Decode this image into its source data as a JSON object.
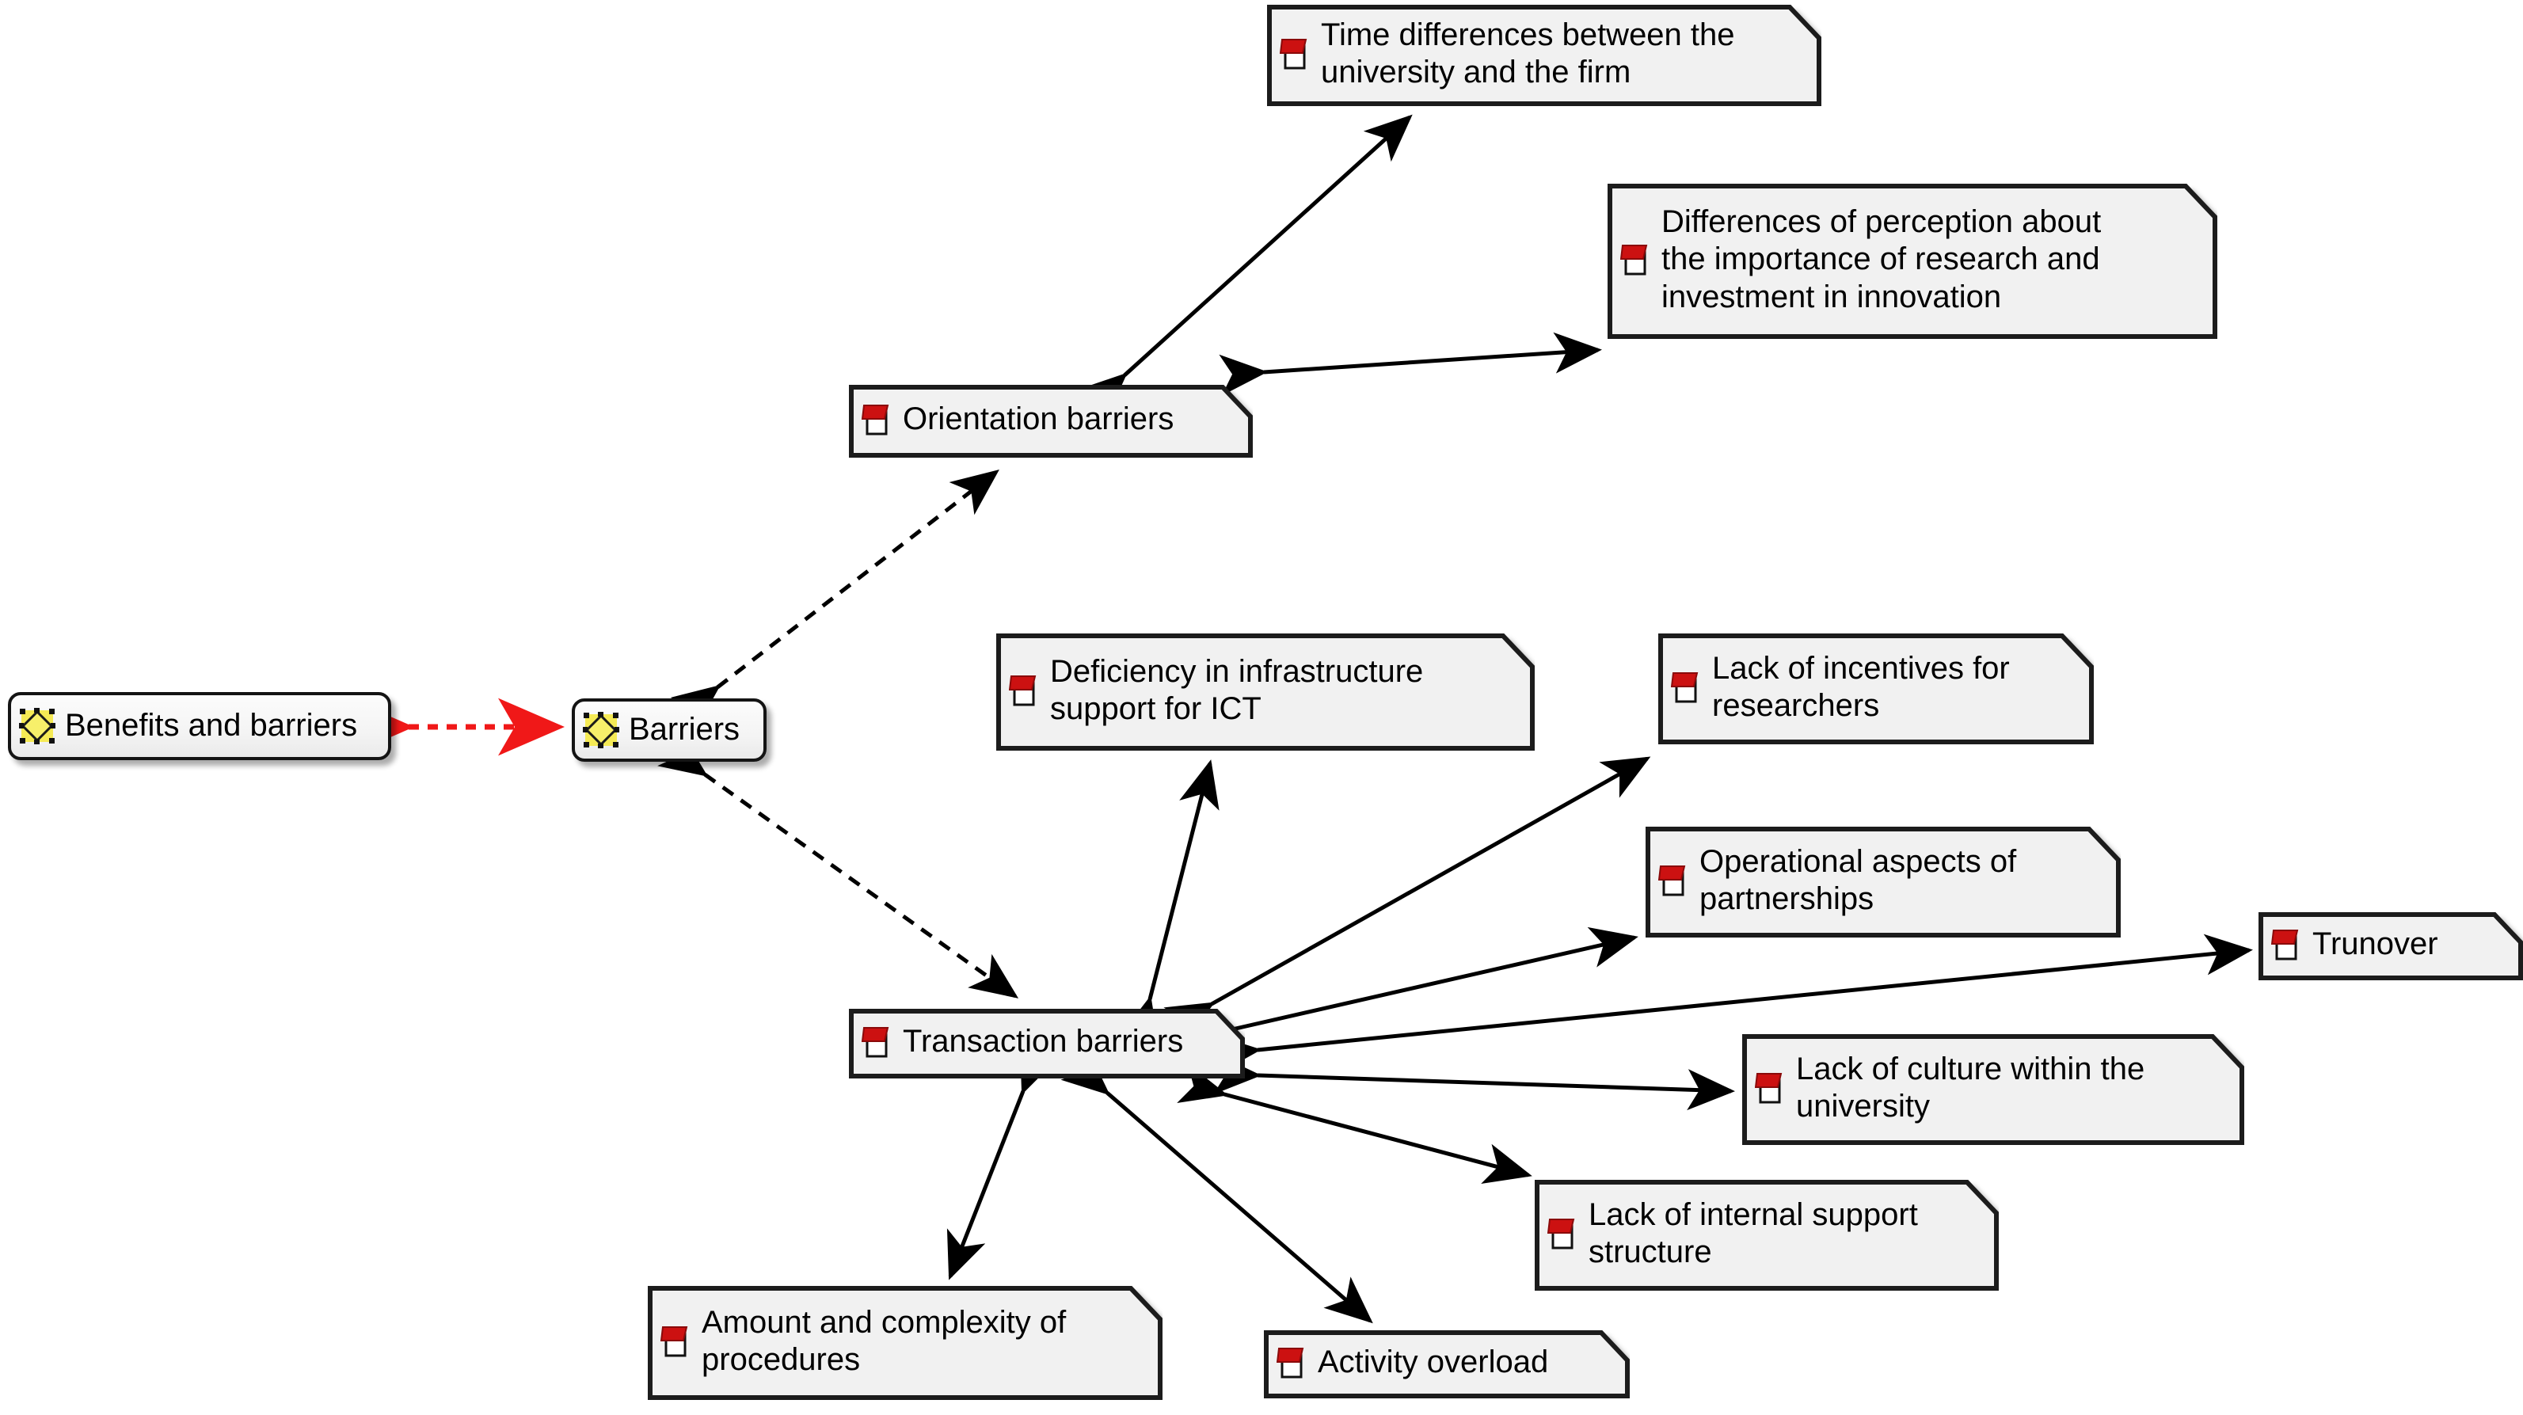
{
  "diagram": {
    "type": "concept-map",
    "title": "Benefits and barriers concept map",
    "background_color": "#ffffff",
    "node_fill": "#f2f2f2",
    "node_border": "#1b1b1b",
    "concept_icon_color": "#f2e23c",
    "document_icon_color": "#cc1111",
    "link_color": "#000000",
    "highlight_link_color": "#f01818"
  },
  "nodes": {
    "benefits": {
      "label": "Benefits and barriers",
      "icon": "yellow-diamond-icon",
      "shape": "rounded-concept"
    },
    "barriers": {
      "label": "Barriers",
      "icon": "yellow-diamond-icon",
      "shape": "rounded-concept"
    },
    "orientation": {
      "label": "Orientation barriers",
      "icon": "red-note-icon",
      "shape": "document"
    },
    "time": {
      "label": "Time differences between the\nuniversity and the firm",
      "icon": "red-note-icon",
      "shape": "document"
    },
    "perception": {
      "label": "Differences of perception about\nthe importance of research and\ninvestment in innovation",
      "icon": "red-note-icon",
      "shape": "document"
    },
    "transaction": {
      "label": "Transaction barriers",
      "icon": "red-note-icon",
      "shape": "document"
    },
    "deficiency": {
      "label": "Deficiency in infrastructure\nsupport for ICT",
      "icon": "red-note-icon",
      "shape": "document"
    },
    "incentives": {
      "label": "Lack of incentives for\nresearchers",
      "icon": "red-note-icon",
      "shape": "document"
    },
    "operational": {
      "label": "Operational aspects of\npartnerships",
      "icon": "red-note-icon",
      "shape": "document"
    },
    "trunover": {
      "label": "Trunover",
      "icon": "red-note-icon",
      "shape": "document"
    },
    "culture": {
      "label": "Lack of culture within the\nuniversity",
      "icon": "red-note-icon",
      "shape": "document"
    },
    "internal": {
      "label": "Lack of internal support\nstructure",
      "icon": "red-note-icon",
      "shape": "document"
    },
    "amount": {
      "label": "Amount and complexity of\nprocedures",
      "icon": "red-note-icon",
      "shape": "document"
    },
    "activity": {
      "label": "Activity overload",
      "icon": "red-note-icon",
      "shape": "document"
    }
  },
  "edges": [
    {
      "from": "benefits",
      "to": "barriers",
      "style": "dashed",
      "color": "#f01818",
      "arrows": "both"
    },
    {
      "from": "barriers",
      "to": "orientation",
      "style": "dashed",
      "color": "#000000",
      "arrows": "both"
    },
    {
      "from": "barriers",
      "to": "transaction",
      "style": "dashed",
      "color": "#000000",
      "arrows": "both"
    },
    {
      "from": "orientation",
      "to": "time",
      "style": "solid",
      "color": "#000000",
      "arrows": "both"
    },
    {
      "from": "orientation",
      "to": "perception",
      "style": "solid",
      "color": "#000000",
      "arrows": "both"
    },
    {
      "from": "transaction",
      "to": "deficiency",
      "style": "solid",
      "color": "#000000",
      "arrows": "both"
    },
    {
      "from": "transaction",
      "to": "incentives",
      "style": "solid",
      "color": "#000000",
      "arrows": "both"
    },
    {
      "from": "transaction",
      "to": "operational",
      "style": "solid",
      "color": "#000000",
      "arrows": "both"
    },
    {
      "from": "transaction",
      "to": "trunover",
      "style": "solid",
      "color": "#000000",
      "arrows": "both"
    },
    {
      "from": "transaction",
      "to": "culture",
      "style": "solid",
      "color": "#000000",
      "arrows": "both"
    },
    {
      "from": "transaction",
      "to": "internal",
      "style": "solid",
      "color": "#000000",
      "arrows": "both"
    },
    {
      "from": "transaction",
      "to": "amount",
      "style": "solid",
      "color": "#000000",
      "arrows": "both"
    },
    {
      "from": "transaction",
      "to": "activity",
      "style": "solid",
      "color": "#000000",
      "arrows": "both"
    }
  ]
}
